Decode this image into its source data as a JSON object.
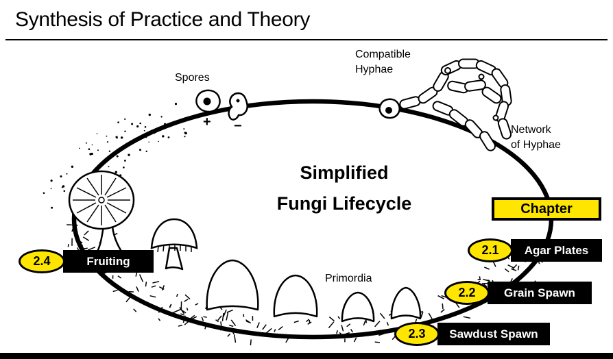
{
  "slide": {
    "title": "Synthesis of Practice and Theory"
  },
  "diagram": {
    "center_title": [
      "Simplified",
      "Fungi Lifecycle"
    ],
    "labels": {
      "spores": "Spores",
      "compatible_hyphae_1": "Compatible",
      "compatible_hyphae_2": "Hyphae",
      "network_1": "Network",
      "network_2": "of Hyphae",
      "primordia": "Primordia",
      "mating_plus": "+",
      "mating_minus": "−"
    },
    "chapter_header": "Chapter",
    "chapters": [
      {
        "number": "2.1",
        "label": "Agar Plates"
      },
      {
        "number": "2.2",
        "label": "Grain Spawn"
      },
      {
        "number": "2.3",
        "label": "Sawdust Spawn"
      },
      {
        "number": "2.4",
        "label": "Fruiting"
      }
    ],
    "colors": {
      "badge_yellow": "#FFE600",
      "ink": "#000000"
    }
  }
}
